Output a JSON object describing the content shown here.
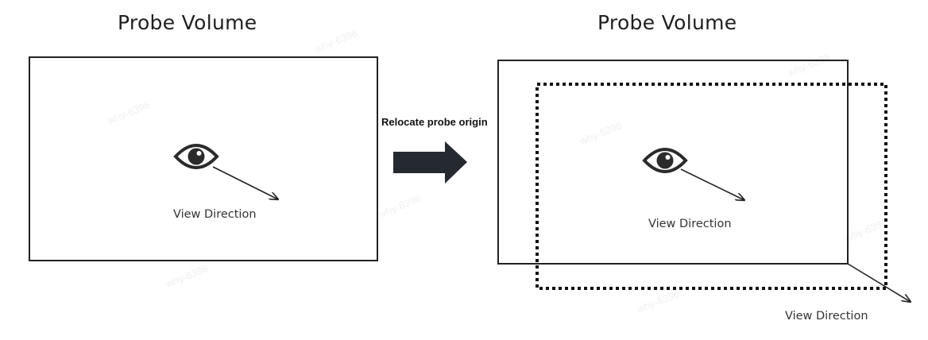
{
  "left_panel": {
    "title": "Probe Volume",
    "view_direction_label": "View Direction",
    "eye_icon": "eye-icon"
  },
  "transition": {
    "label": "Relocate probe origin",
    "arrow_icon": "right-arrow-icon",
    "arrow_color": "#252a30"
  },
  "right_panel": {
    "title": "Probe Volume",
    "view_direction_label": "View Direction",
    "outer_view_direction_label": "View Direction",
    "eye_icon": "eye-icon"
  },
  "watermark": "why-6396",
  "colors": {
    "stroke": "#222222",
    "eye": "#2b2b2b"
  }
}
